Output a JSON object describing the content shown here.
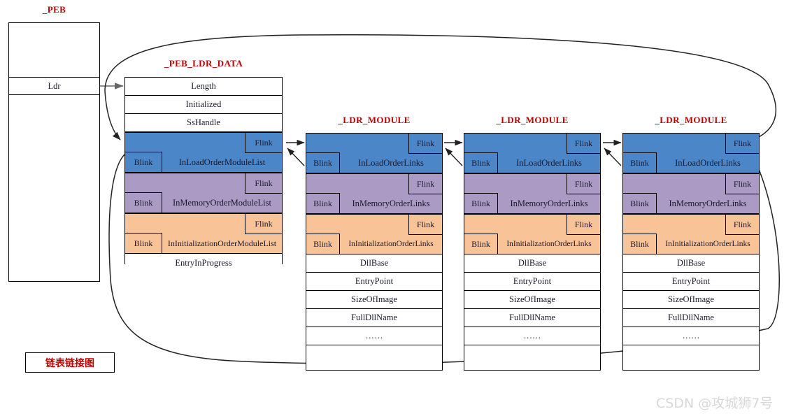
{
  "diagram": {
    "legend_label": "链表链接图",
    "watermark": "CSDN @攻城狮7号",
    "colors": {
      "title_red": "#c00000",
      "load_order_blue": "#4a86c8",
      "memory_order_purple": "#ab9ac4",
      "init_order_orange": "#f8c396",
      "border": "#000000",
      "text": "#1a1a2e",
      "watermark": "#d8d8d8"
    }
  },
  "peb": {
    "title": "_PEB",
    "rows": [
      "",
      "Ldr",
      ""
    ]
  },
  "peb_ldr_data": {
    "title": "_PEB_LDR_DATA",
    "rows": [
      "Length",
      "Initialized",
      "SsHandle"
    ],
    "entries": [
      {
        "name": "InLoadOrderModuleList",
        "flink": "Flink",
        "blink": "Blink",
        "color": "blue"
      },
      {
        "name": "InMemoryOrderModuleList",
        "flink": "Flink",
        "blink": "Blink",
        "color": "purple"
      },
      {
        "name": "InInitializationOrderModuleList",
        "flink": "Flink",
        "blink": "Blink",
        "color": "orange"
      }
    ],
    "footer_row": "EntryInProgress"
  },
  "ldr_modules": [
    {
      "title": "_LDR_MODULE",
      "entries": [
        {
          "name": "InLoadOrderLinks",
          "flink": "Flink",
          "blink": "Blink",
          "color": "blue"
        },
        {
          "name": "InMemoryOrderLinks",
          "flink": "Flink",
          "blink": "Blink",
          "color": "purple"
        },
        {
          "name": "InInitializationOrderLinks",
          "flink": "Flink",
          "blink": "Blink",
          "color": "orange"
        }
      ],
      "fields": [
        "DllBase",
        "EntryPoint",
        "SizeOfImage",
        "FullDllName",
        "……",
        ""
      ]
    },
    {
      "title": "_LDR_MODULE",
      "entries": [
        {
          "name": "InLoadOrderLinks",
          "flink": "Flink",
          "blink": "Blink",
          "color": "blue"
        },
        {
          "name": "InMemoryOrderLinks",
          "flink": "Flink",
          "blink": "Blink",
          "color": "purple"
        },
        {
          "name": "InInitializationOrderLinks",
          "flink": "Flink",
          "blink": "Blink",
          "color": "orange"
        }
      ],
      "fields": [
        "DllBase",
        "EntryPoint",
        "SizeOfImage",
        "FullDllName",
        "……",
        ""
      ]
    },
    {
      "title": "_LDR_MODULE",
      "entries": [
        {
          "name": "InLoadOrderLinks",
          "flink": "Flink",
          "blink": "Blink",
          "color": "blue"
        },
        {
          "name": "InMemoryOrderLinks",
          "flink": "Flink",
          "blink": "Blink",
          "color": "purple"
        },
        {
          "name": "InInitializationOrderLinks",
          "flink": "Flink",
          "blink": "Blink",
          "color": "orange"
        }
      ],
      "fields": [
        "DllBase",
        "EntryPoint",
        "SizeOfImage",
        "FullDllName",
        "……",
        ""
      ]
    }
  ]
}
